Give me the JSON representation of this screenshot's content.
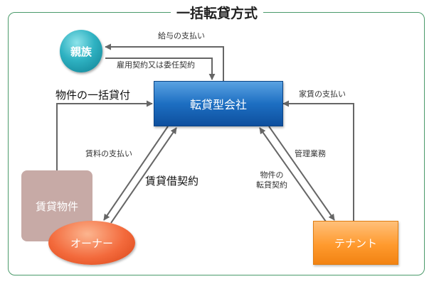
{
  "title": "一括転貸方式",
  "nodes": {
    "family": "親族",
    "company": "転貸型会社",
    "property": "賃貸物件",
    "owner": "オーナー",
    "tenant": "テナント"
  },
  "edges": {
    "salary_payment": "給与の支払い",
    "employment_contract": "雇用契約又は委任契約",
    "bulk_lease": "物件の一括貸付",
    "rent_payment_tenant": "家賃の支払い",
    "rent_fee_payment": "賃料の支払い",
    "lease_contract": "賃貸借契約",
    "management": "管理業務",
    "sublease_line1": "物件の",
    "sublease_line2": "転貸契約"
  },
  "colors": {
    "frame": "#4a9a6a",
    "arrow": "#666666",
    "family": "#2fb2c2",
    "company": "#1d6fc2",
    "property": "#c7aaa6",
    "owner": "#f36a3c",
    "tenant": "#ff9a2e"
  }
}
